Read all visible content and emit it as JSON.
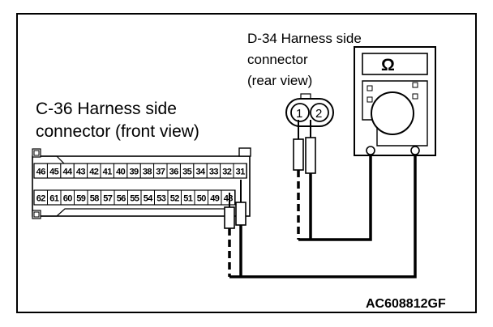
{
  "labels": {
    "c36": [
      "C-36 Harness side",
      "connector (front view)"
    ],
    "d34": [
      "D-34 Harness side",
      "connector",
      "(rear view)"
    ],
    "figure_code": "AC608812GF"
  },
  "meter": {
    "symbol": "Ω"
  },
  "d34_pins": [
    "1",
    "2"
  ],
  "c36_top_pins": [
    "46",
    "45",
    "44",
    "43",
    "42",
    "41",
    "40",
    "39",
    "38",
    "37",
    "36",
    "35",
    "34",
    "33",
    "32",
    "31"
  ],
  "c36_bottom_pins": [
    "62",
    "61",
    "60",
    "59",
    "58",
    "57",
    "56",
    "55",
    "54",
    "53",
    "52",
    "51",
    "50",
    "49",
    "48"
  ]
}
